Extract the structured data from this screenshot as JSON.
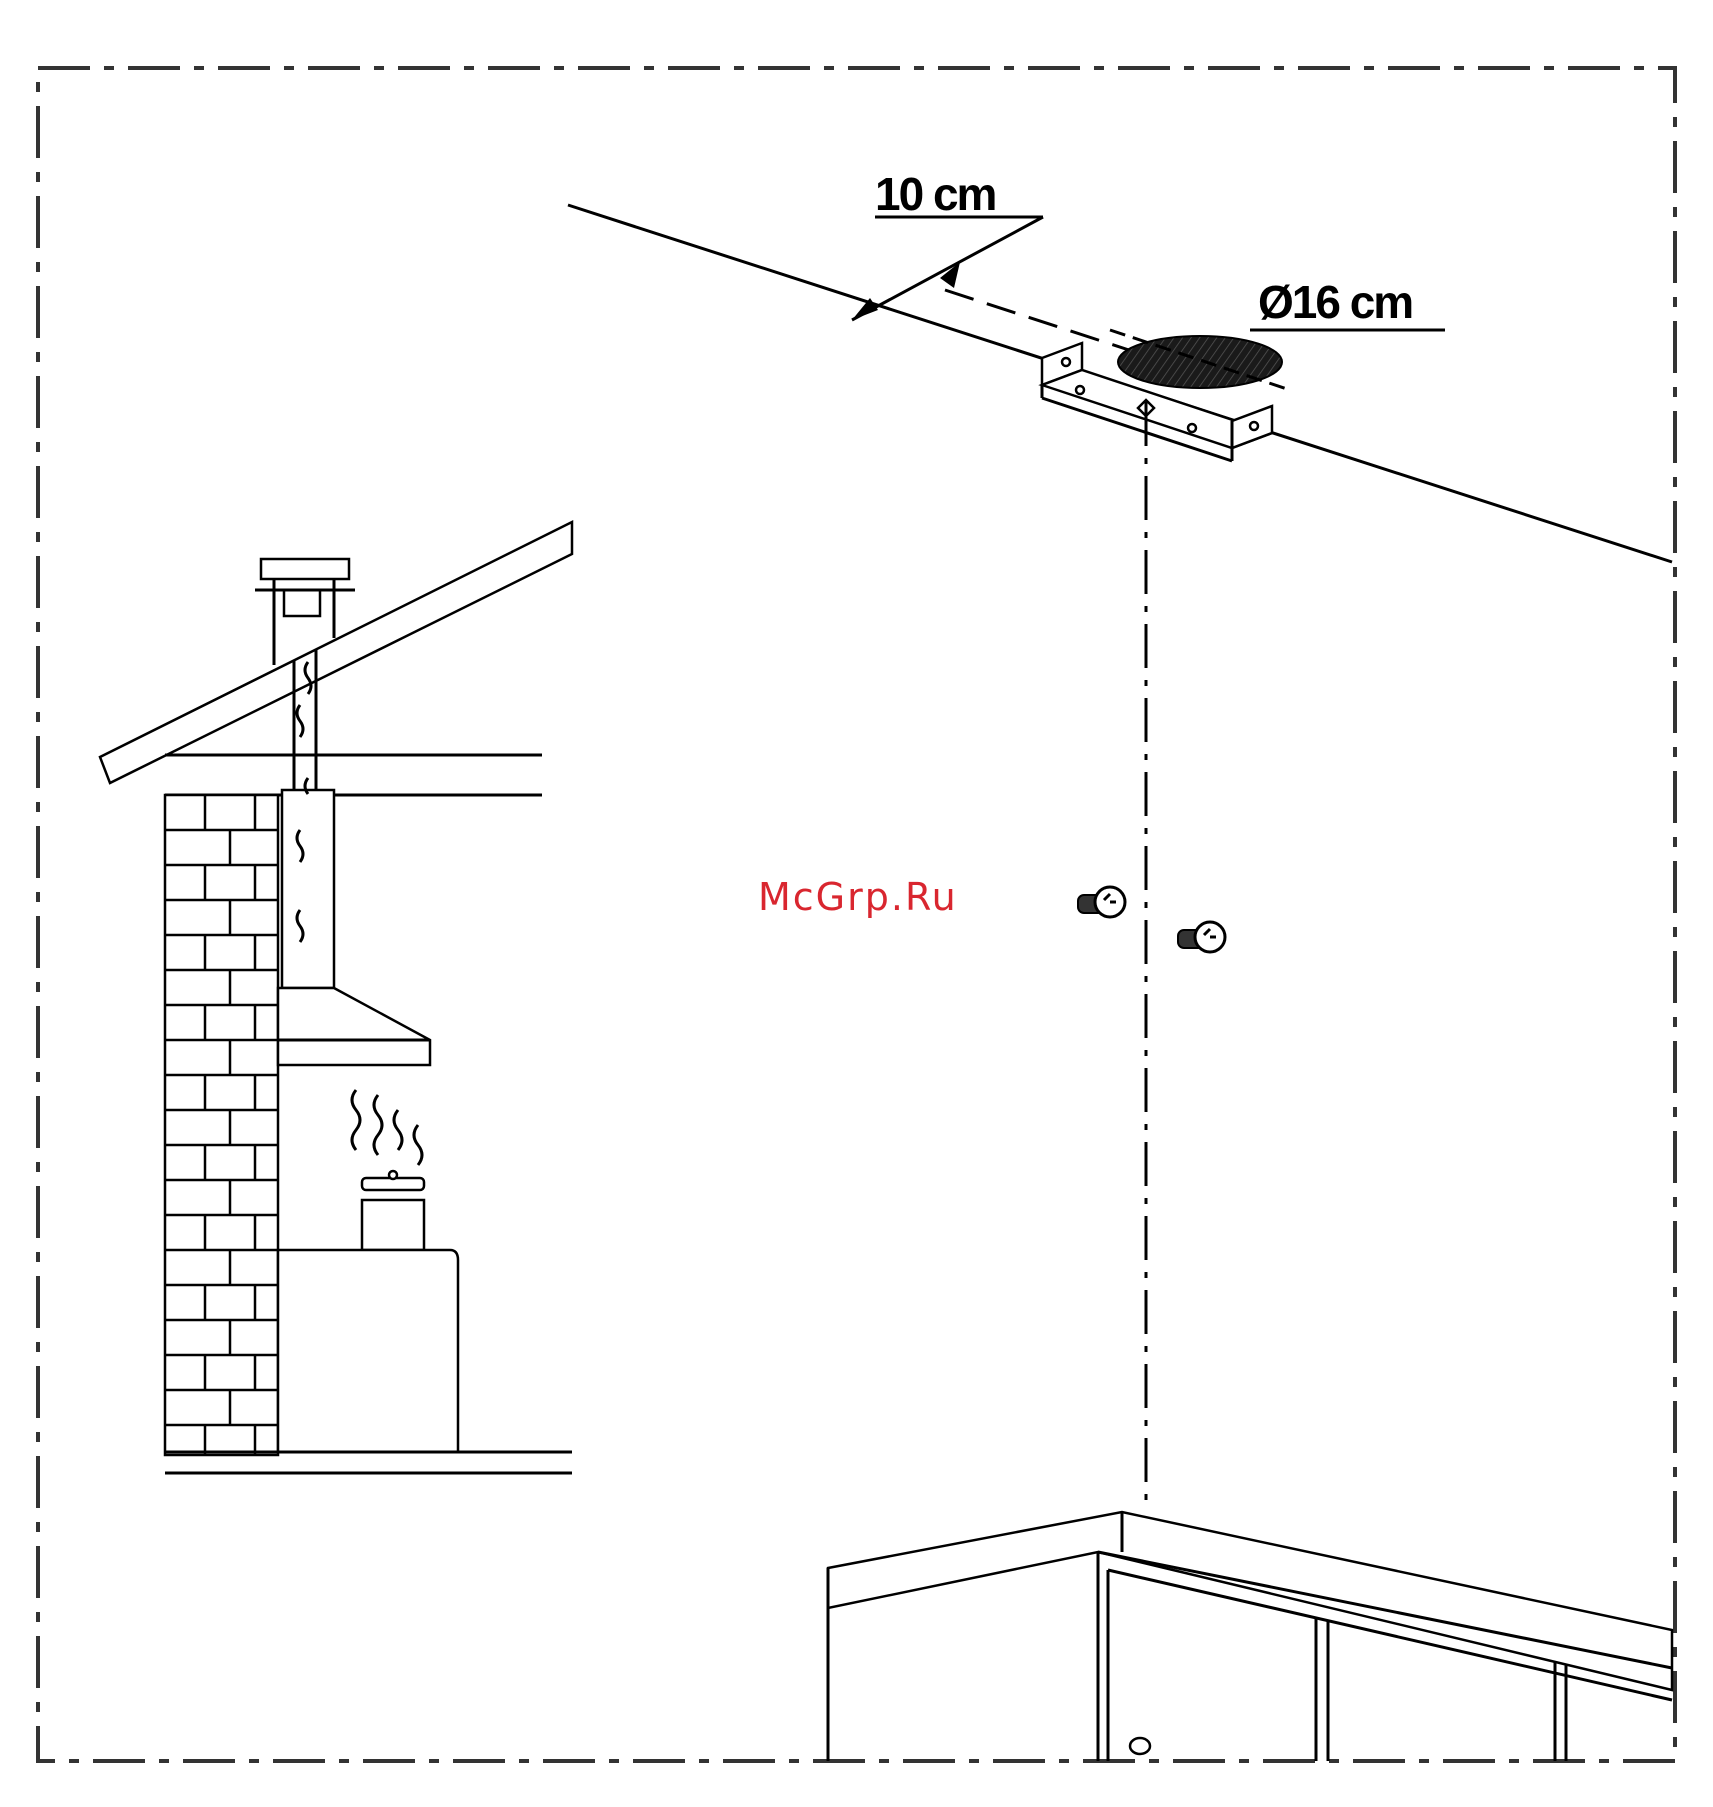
{
  "labels": {
    "dimension_bracket_distance": "10 cm",
    "dimension_hole_diameter": "Ø16 cm"
  },
  "watermark": "McGrp.Ru",
  "colors": {
    "line": "#000000",
    "background": "#ffffff",
    "watermark": "#d9262f",
    "hatch_fill": "#1a1a1a"
  }
}
